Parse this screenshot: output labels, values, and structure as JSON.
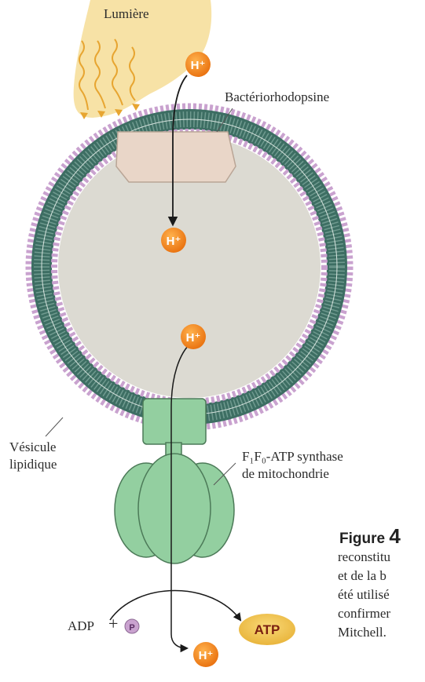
{
  "labels": {
    "light": "Lumière",
    "bacteriorhodopsin": "Bactériorhodopsine",
    "vesicle_line1": "Vésicule",
    "vesicle_line2": "lipidique",
    "synthase_line1": "F₁F₀-ATP synthase",
    "synthase_line2": "de mitochondrie",
    "adp": "ADP",
    "plus": "+",
    "phosphate": "P",
    "atp": "ATP",
    "proton": "H⁺"
  },
  "caption": {
    "title_word": "Figure",
    "title_number": "4",
    "lines": [
      "reconstitu",
      "et de la b",
      "été utilisé",
      "confirmer",
      "Mitchell."
    ]
  },
  "colors": {
    "light_area": "#f7e2a6",
    "light_rays": "#e7a531",
    "proton_ball": "#f28a1e",
    "vesicle_interior": "#dcdad2",
    "bilayer_tail": "#3d6e63",
    "lipid_head": "#c9a2cf",
    "bacteriorhodopsin": "#e9d6c8",
    "synthase": "#93cfa0",
    "synthase_stroke": "#4c7a58",
    "atp_oval": "#f0c75a"
  }
}
